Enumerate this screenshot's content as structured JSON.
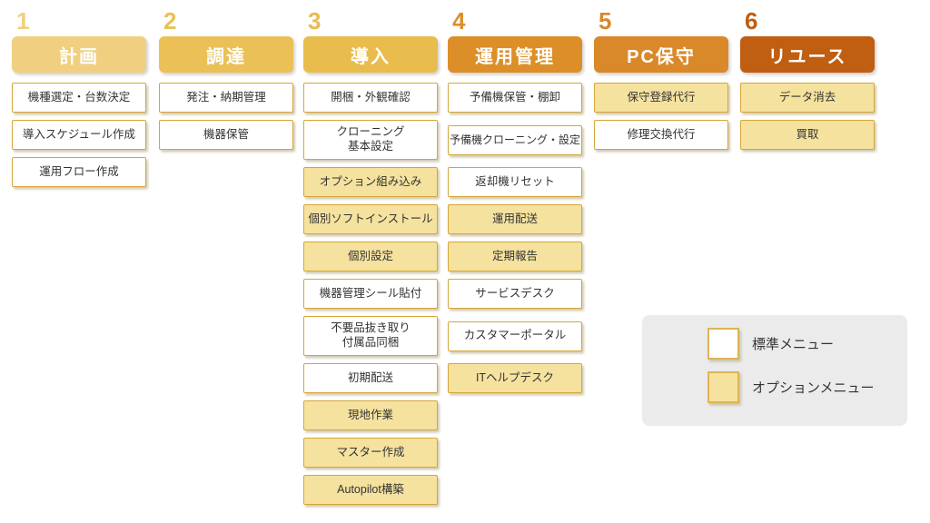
{
  "colors": {
    "item_border": "#d5a639",
    "option_fill": "#f5e29e",
    "standard_fill": "#ffffff",
    "legend_panel_bg": "#ebebeb",
    "item_text": "#333333"
  },
  "columns": [
    {
      "number": "1",
      "title": "計画",
      "color": "#f0d080",
      "items": [
        {
          "label": "機種選定・台数決定",
          "type": "standard"
        },
        {
          "label": "導入スケジュール作成",
          "type": "standard"
        },
        {
          "label": "運用フロー作成",
          "type": "standard"
        }
      ]
    },
    {
      "number": "2",
      "title": "調達",
      "color": "#ebc057",
      "items": [
        {
          "label": "発注・納期管理",
          "type": "standard"
        },
        {
          "label": "機器保管",
          "type": "standard"
        }
      ]
    },
    {
      "number": "3",
      "title": "導入",
      "color": "#e9bc4e",
      "items": [
        {
          "label": "開梱・外観確認",
          "type": "standard"
        },
        {
          "label": "クローニング\n基本設定",
          "type": "standard"
        },
        {
          "label": "オプション組み込み",
          "type": "option"
        },
        {
          "label": "個別ソフトインストール",
          "type": "option"
        },
        {
          "label": "個別設定",
          "type": "option"
        },
        {
          "label": "機器管理シール貼付",
          "type": "standard"
        },
        {
          "label": "不要品抜き取り\n付属品同梱",
          "type": "standard"
        },
        {
          "label": "初期配送",
          "type": "standard"
        },
        {
          "label": "現地作業",
          "type": "option"
        },
        {
          "label": "マスター作成",
          "type": "option"
        },
        {
          "label": "Autopilot構築",
          "type": "option"
        }
      ]
    },
    {
      "number": "4",
      "title": "運用管理",
      "color": "#dc8f28",
      "items": [
        {
          "label": "予備機保管・棚卸",
          "type": "standard"
        },
        {
          "label": "予備機クローニング・設定",
          "type": "standard"
        },
        {
          "label": "返却機リセット",
          "type": "standard"
        },
        {
          "label": "運用配送",
          "type": "option"
        },
        {
          "label": "定期報告",
          "type": "option"
        },
        {
          "label": "サービスデスク",
          "type": "standard"
        },
        {
          "label": "カスタマーポータル",
          "type": "standard"
        },
        {
          "label": "ITヘルプデスク",
          "type": "option"
        }
      ]
    },
    {
      "number": "5",
      "title": "PC保守",
      "color": "#d9892a",
      "items": [
        {
          "label": "保守登録代行",
          "type": "option"
        },
        {
          "label": "修理交換代行",
          "type": "standard"
        }
      ]
    },
    {
      "number": "6",
      "title": "リユース",
      "color": "#c05e12",
      "items": [
        {
          "label": "データ消去",
          "type": "option"
        },
        {
          "label": "買取",
          "type": "option"
        }
      ]
    }
  ],
  "legend": {
    "items": [
      {
        "label": "標準メニュー",
        "swatch": "#ffffff"
      },
      {
        "label": "オプションメニュー",
        "swatch": "#f5e29e"
      }
    ]
  }
}
